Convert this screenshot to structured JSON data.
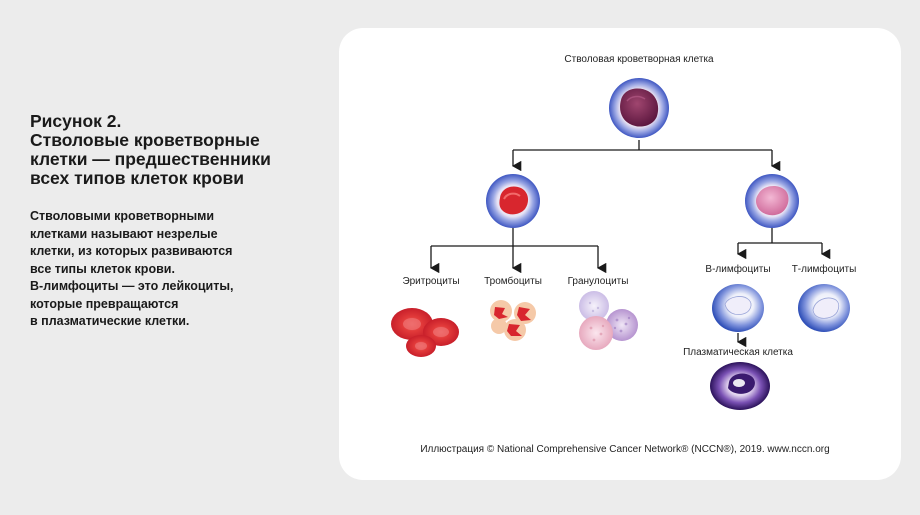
{
  "caption": {
    "title_line1": "Рисунок 2.",
    "title_line2": "Стволовые кроветворные",
    "title_line3": "клетки — предшественники",
    "title_line4": "всех типов клеток крови",
    "desc_lines": [
      "Стволовыми кроветворными",
      "клетками называют незрелые",
      "клетки, из которых развиваются",
      "все типы клеток крови.",
      "В-лимфоциты — это лейкоциты,",
      "которые превращаются",
      "в плазматические клетки."
    ]
  },
  "diagram": {
    "root_label": "Стволовая кроветворная клетка",
    "labels": {
      "erythrocytes": "Эритроциты",
      "thrombocytes": "Тромбоциты",
      "granulocytes": "Гранулоциты",
      "b_lymphocytes": "В-лимфоциты",
      "t_lymphocytes": "Т-лимфоциты",
      "plasma_cell": "Плазматическая клетка"
    },
    "credit": "Иллюстрация © National Comprehensive Cancer Network® (NCCN®), 2019. www.nccn.org"
  },
  "colors": {
    "page_bg": "#ececec",
    "panel_bg": "#ffffff",
    "cell_blue": "#4a63c8",
    "nucleus_purple": "#7a2456",
    "erythrocyte_red": "#d8262e",
    "plasma_purple": "#3a1a6e"
  }
}
